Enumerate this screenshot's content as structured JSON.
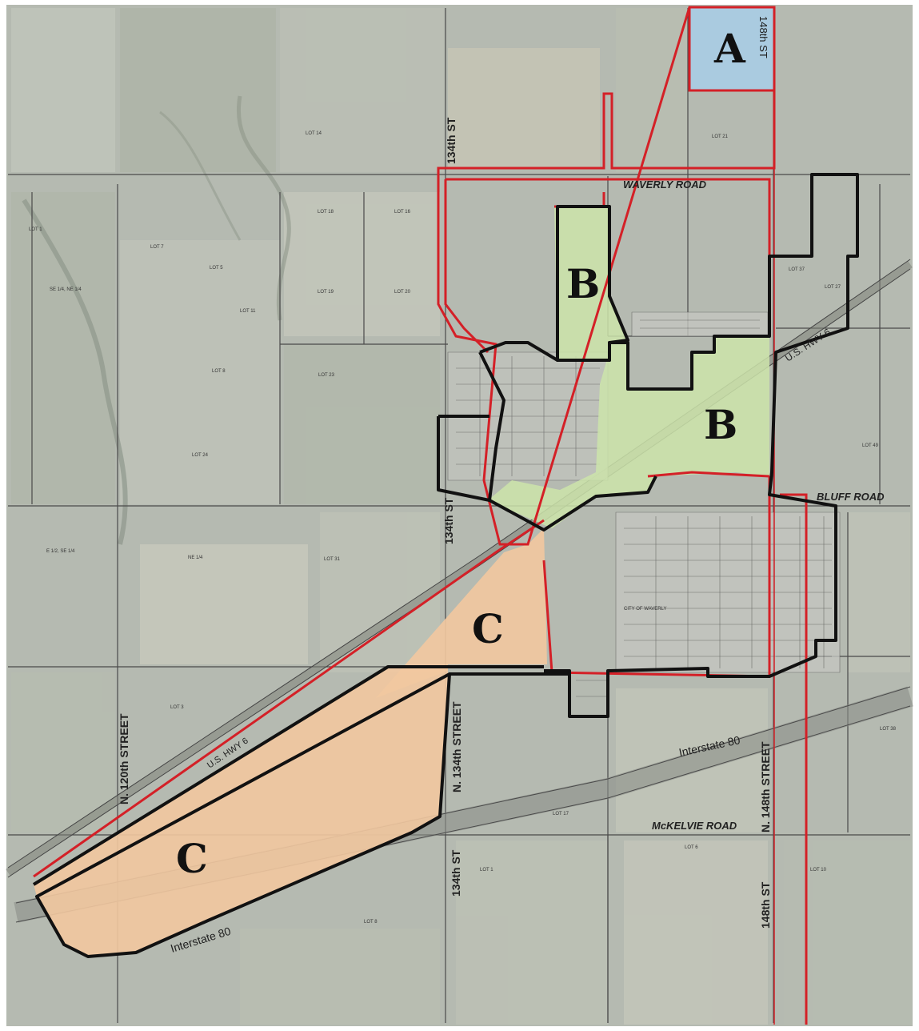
{
  "zones": [
    {
      "letter": "A",
      "fill": "#a9cde6"
    },
    {
      "letter": "B",
      "fill": "#cde4aa"
    },
    {
      "letter": "B",
      "fill": "#cde4aa"
    },
    {
      "letter": "C",
      "fill": "#f2c8a0"
    },
    {
      "letter": "C",
      "fill": "#f2c8a0"
    }
  ],
  "roads": {
    "waverly": "WAVERLY ROAD",
    "bluff": "BLUFF ROAD",
    "mckelvie": "McKELVIE ROAD",
    "interstate_label": "Interstate 80",
    "interstate_label_2": "Interstate 80",
    "hwy6": "U.S. HWY 6",
    "hwy6_2": "U.S. HWY 6",
    "st134_top": "134th ST",
    "st134_mid": "134th ST",
    "st134_bottom": "134th ST",
    "n134": "N. 134th STREET",
    "n120": "N. 120th STREET",
    "n148": "N. 148th STREET",
    "st148_bottom": "148th ST",
    "st148_top": "148th ST"
  },
  "lots": {
    "lot14": "LOT 14",
    "lot1": "LOT 1",
    "lot7": "LOT 7",
    "lot5": "LOT 5",
    "lot18": "LOT 18",
    "lot16": "LOT 16",
    "lot19": "LOT 19",
    "lot20": "LOT 20",
    "lot11": "LOT 11",
    "lot8": "LOT 8",
    "lot23": "LOT 23",
    "lot24": "LOT 24",
    "lot31": "LOT 31",
    "lot21": "LOT 21",
    "lot37": "LOT 37",
    "lot27": "LOT 27",
    "lot49": "LOT 49",
    "lot8b": "LOT 8",
    "lot1b": "LOT 1",
    "lot6": "LOT 6",
    "lot10": "LOT 10",
    "lot17": "LOT 17",
    "lot3": "LOT 3",
    "lot38": "LOT 38",
    "se14": "SE 1/4, NE 1/4",
    "ne14": "NE 1/4",
    "e12": "E 1/2, SE 1/4",
    "city": "CITY OF WAVERLY"
  },
  "colors": {
    "boundary_red": "#d42027",
    "boundary_black": "#111111",
    "zone_a": "#a9cde6",
    "zone_b": "#cde4aa",
    "zone_c": "#f2c8a0",
    "aerial": "#b4b9b0"
  }
}
